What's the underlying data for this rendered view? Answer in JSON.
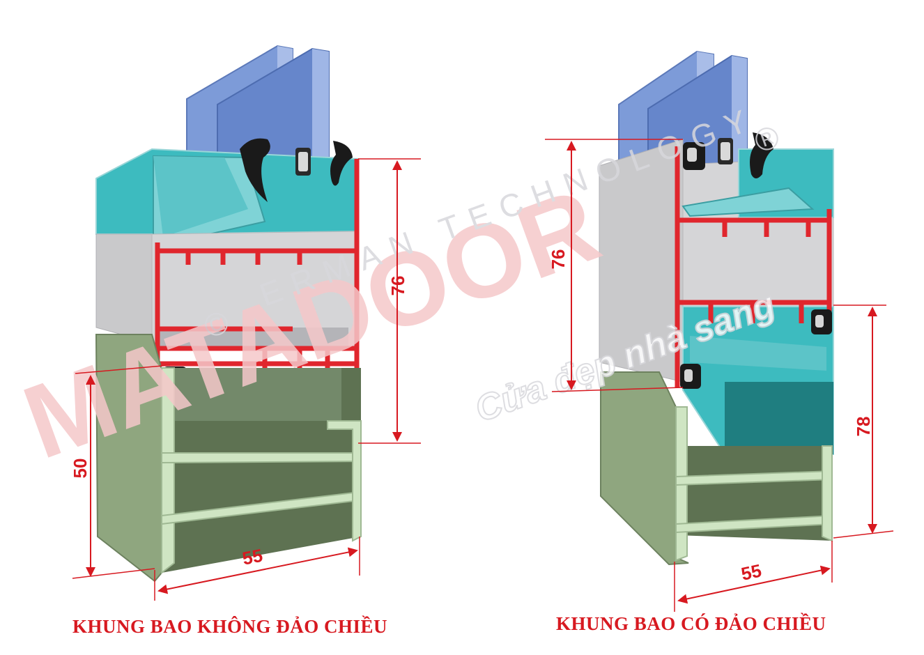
{
  "captions": {
    "left": "KHUNG BAO KHÔNG ĐẢO CHIỀU",
    "right": "KHUNG BAO CÓ ĐẢO CHIỀU"
  },
  "dimensions": {
    "left": {
      "height_sash": "76",
      "height_frame": "50",
      "width": "55"
    },
    "right": {
      "height_sash": "76",
      "height_frame": "78",
      "width": "55"
    }
  },
  "watermark": {
    "brand": "MATADOOR",
    "registered_mark": "®",
    "copyright_mark": "©",
    "tagline": "ERMAN TECHNOLOGY",
    "slogan": "Cửa đẹp nhà sang"
  },
  "colors": {
    "glass": "#6f8fd0",
    "glass_edge": "#9fb6e6",
    "teal_profile": "#3dbbbf",
    "grey_profile": "#c9c9cb",
    "green_frame": "#8fa67f",
    "green_dark": "#5e7252",
    "thermal_break": "#e0262d",
    "gasket": "#1a1a1a",
    "dimension": "#d71920",
    "watermark_red": "#f5c8ca",
    "watermark_grey": "#d8d8dc"
  },
  "icons": [
    "arrow-icon",
    "gasket-icon",
    "glass-pane-icon"
  ]
}
